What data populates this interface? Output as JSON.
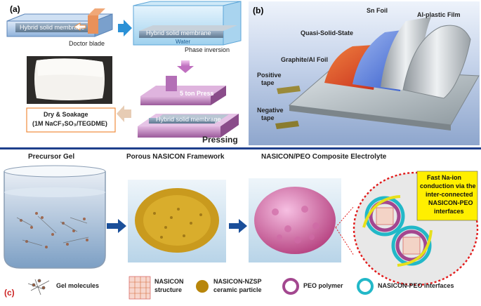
{
  "panel_a": {
    "label": "(a)",
    "membrane_top": "Hybrid solid membrane",
    "doctor_blade": "Doctor blade",
    "membrane_bath": "Hybrid solid membrane",
    "water": "Water",
    "phase_inversion": "Phase inversion",
    "press_label": "5 ton Press",
    "membrane_press": "Hybrid solid membrane",
    "pressing": "Pressing",
    "dry_soak_line1": "Dry & Soakage",
    "dry_soak_line2": "(1M NaCF₃SO₃/TEGDME)"
  },
  "panel_b": {
    "label": "(b)",
    "sn_foil": "Sn Foil",
    "al_plastic": "Al-plastic Film",
    "quasi": "Quasi-Solid-State",
    "graphite": "Graphite/Al Foil",
    "positive_tab_1": "Positive",
    "positive_tab_2": "tape",
    "negative_tab_1": "Negative",
    "negative_tab_2": "tape"
  },
  "panel_c": {
    "label": "(c)",
    "precursor": "Precursor Gel",
    "porous": "Porous NASICON Framework",
    "composite": "NASICON/PEO Composite Electrolyte",
    "callout_1": "Fast Na-ion",
    "callout_2": "conduction via the",
    "callout_3": "inter-connected",
    "callout_4": "NASICON-PEO",
    "callout_5": "interfaces",
    "legend": {
      "gel": "Gel molecules",
      "nasicon_1": "NASICON",
      "nasicon_2": "structure",
      "nzsp_1": "NASICON-NZSP",
      "nzsp_2": "ceramic particle",
      "peo": "PEO polymer",
      "interfaces": "NASICON-PEO interfaces"
    }
  },
  "colors": {
    "divider": "#1e3f8c",
    "arrow_blue": "#1a4f9a",
    "peo_ring": "#a3478f",
    "interface_ring": "#22b8c8",
    "callout_bg": "#ffef00",
    "nzsp_particle": "#b8860b",
    "dashed_red": "#e21b1b"
  }
}
